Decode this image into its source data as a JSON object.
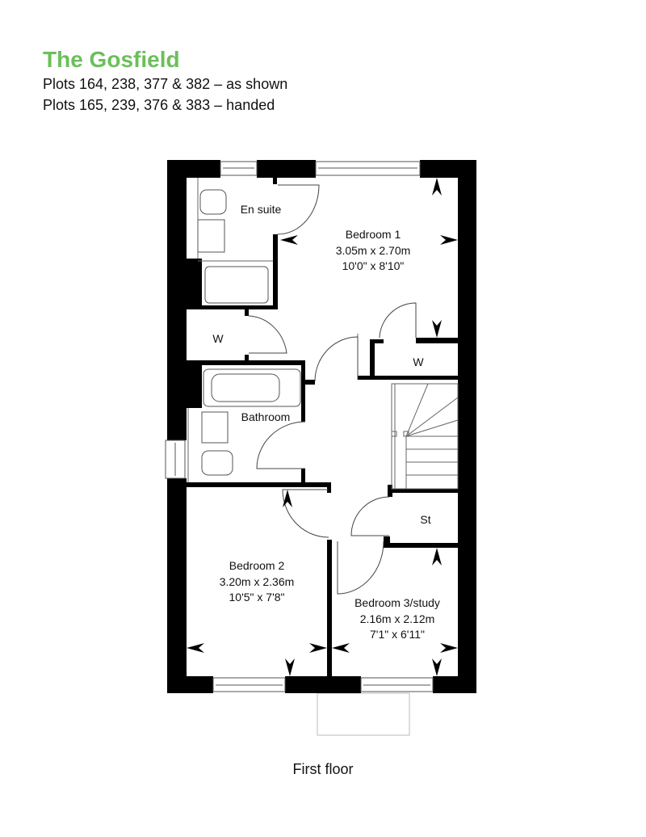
{
  "header": {
    "title": "The Gosfield",
    "plots_as_shown": "Plots 164, 238, 377 & 382 – as shown",
    "plots_handed": "Plots 165, 239, 376 & 383 – handed",
    "title_color": "#6cbf5a"
  },
  "rooms": {
    "en_suite": {
      "name": "En suite"
    },
    "bedroom1": {
      "name": "Bedroom 1",
      "metric": "3.05m x 2.70m",
      "imperial": "10'0\" x 8'10\""
    },
    "wardrobe_left": {
      "name": "W"
    },
    "wardrobe_right": {
      "name": "W"
    },
    "bathroom": {
      "name": "Bathroom"
    },
    "store": {
      "name": "St"
    },
    "bedroom2": {
      "name": "Bedroom 2",
      "metric": "3.20m x 2.36m",
      "imperial": "10'5\" x 7'8\""
    },
    "bedroom3": {
      "name": "Bedroom 3/study",
      "metric": "2.16m x 2.12m",
      "imperial": "7'1\" x 6'11\""
    }
  },
  "caption": "First floor"
}
